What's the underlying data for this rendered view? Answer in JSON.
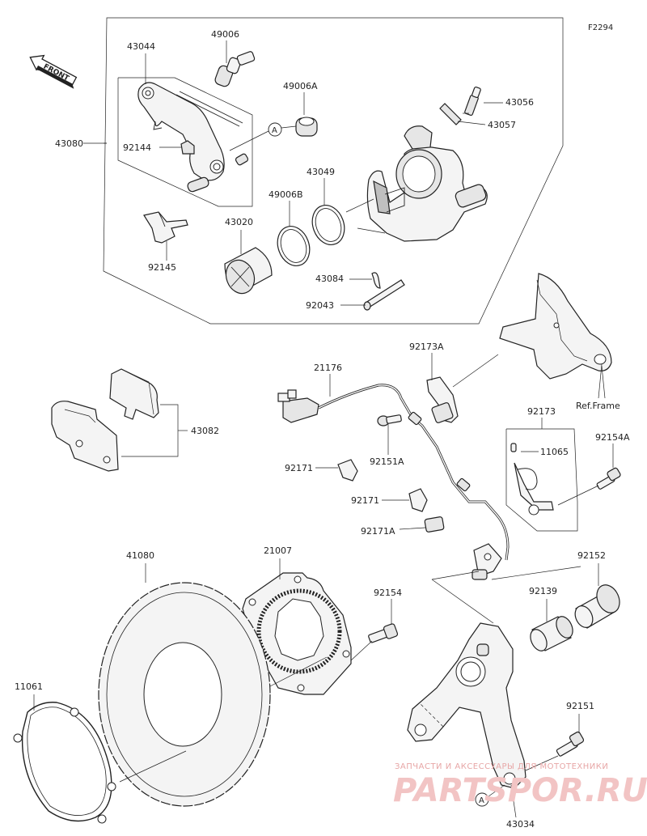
{
  "diagram_code": "F2294",
  "front_label": "FRONT",
  "ref_frame_label": "Ref.Frame",
  "reference_marker": "A",
  "watermark": {
    "top": "ЗАПЧАСТИ И АКСЕССУАРЫ ДЛЯ МОТОТЕХНИКИ",
    "brand": "PARTSPOR.RU"
  },
  "labels": {
    "p43080": "43080",
    "p43044": "43044",
    "p49006": "49006",
    "p49006A": "49006A",
    "p92144": "92144",
    "p92145": "92145",
    "p43020": "43020",
    "p49006B": "49006B",
    "p43049": "43049",
    "p43056": "43056",
    "p43057": "43057",
    "p43084": "43084",
    "p92043": "92043",
    "p43082": "43082",
    "p21176": "21176",
    "p92173A": "92173A",
    "p92151A": "92151A",
    "p92171a": "92171",
    "p92171b": "92171",
    "p92171A": "92171A",
    "p92173": "92173",
    "p11065": "11065",
    "p92154A": "92154A",
    "p41080": "41080",
    "p21007": "21007",
    "p92154": "92154",
    "p92152": "92152",
    "p92139": "92139",
    "p11061": "11061",
    "p92151": "92151",
    "p43034": "43034"
  }
}
